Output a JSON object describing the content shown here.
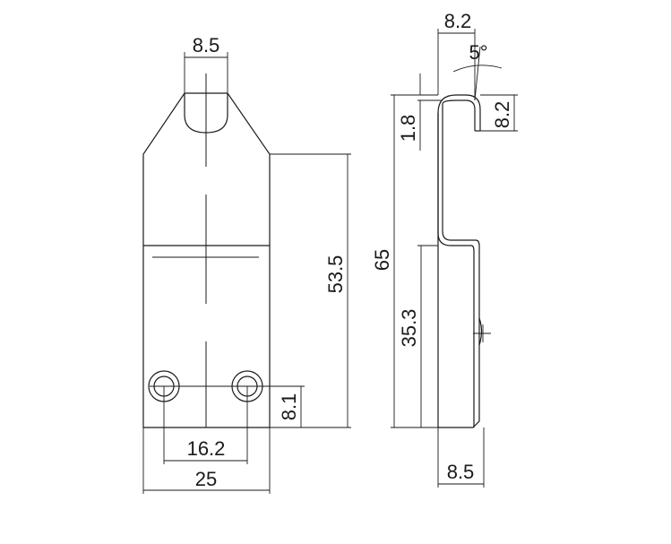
{
  "dimensions": {
    "front_top_width": "8.5",
    "front_height": "53.5",
    "hole_spacing": "16.2",
    "front_width": "25",
    "hole_height": "8.1",
    "side_top_width": "8.2",
    "side_angle": "5°",
    "side_hook_depth": "8.2",
    "side_thickness": "1.8",
    "side_total_height": "65",
    "side_lower_height": "35.3",
    "side_bottom_width": "8.5"
  }
}
